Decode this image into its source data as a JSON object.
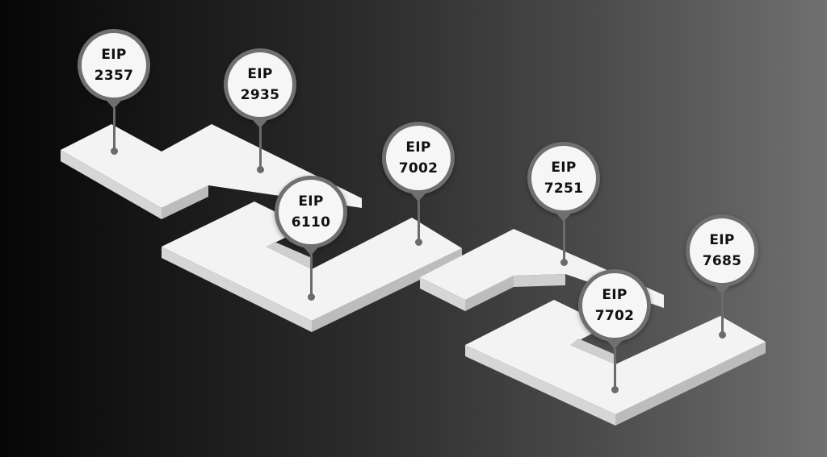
{
  "milestones": [
    {
      "line1": "EIP",
      "line2": "2357"
    },
    {
      "line1": "EIP",
      "line2": "2935"
    },
    {
      "line1": "EIP",
      "line2": "6110"
    },
    {
      "line1": "EIP",
      "line2": "7002"
    },
    {
      "line1": "EIP",
      "line2": "7251"
    },
    {
      "line1": "EIP",
      "line2": "7702"
    },
    {
      "line1": "EIP",
      "line2": "7685"
    }
  ],
  "colors": {
    "path_top": "#f3f3f3",
    "path_side_light": "#d9d9d9",
    "path_side_dark": "#b8b8b8",
    "pin_border": "#6f6f6f",
    "bubble_fill": "#f6f6f6",
    "text": "#111111"
  }
}
